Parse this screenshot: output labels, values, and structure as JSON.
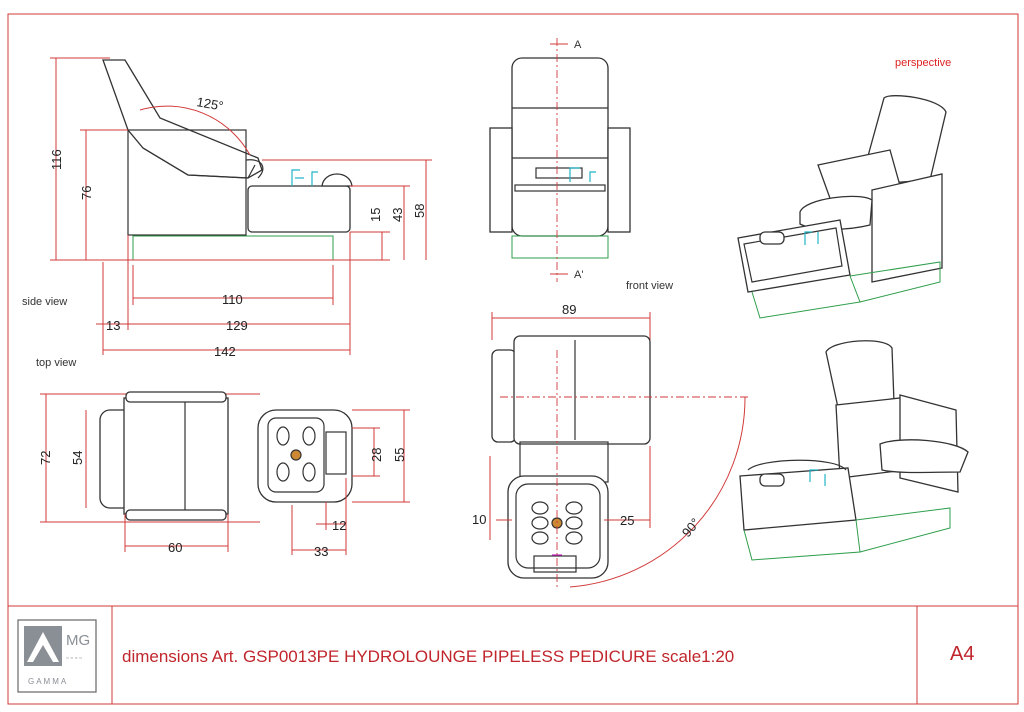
{
  "titleblock": {
    "title": "dimensions Art. GSP0013PE HYDROLOUNGE PIPELESS  PEDICURE scale1:20",
    "format": "A4",
    "logo_text": "MG",
    "logo_subtext": "GAMMA"
  },
  "views": {
    "side": "side view",
    "top": "top view",
    "front": "front view",
    "perspective": "perspective"
  },
  "side_dims": {
    "h116": "116",
    "h76": "76",
    "angle": "125°",
    "h15": "15",
    "h43": "43",
    "h58": "58",
    "w110": "110",
    "w13": "13",
    "w129": "129",
    "w142": "142"
  },
  "top_dims": {
    "h72": "72",
    "h54": "54",
    "h28": "28",
    "h55": "55",
    "w12": "12",
    "w33": "33",
    "w60": "60"
  },
  "front_dims": {
    "section_a": "A",
    "section_a2": "A'",
    "w89": "89",
    "w10": "10",
    "w25": "25",
    "angle": "90°"
  }
}
